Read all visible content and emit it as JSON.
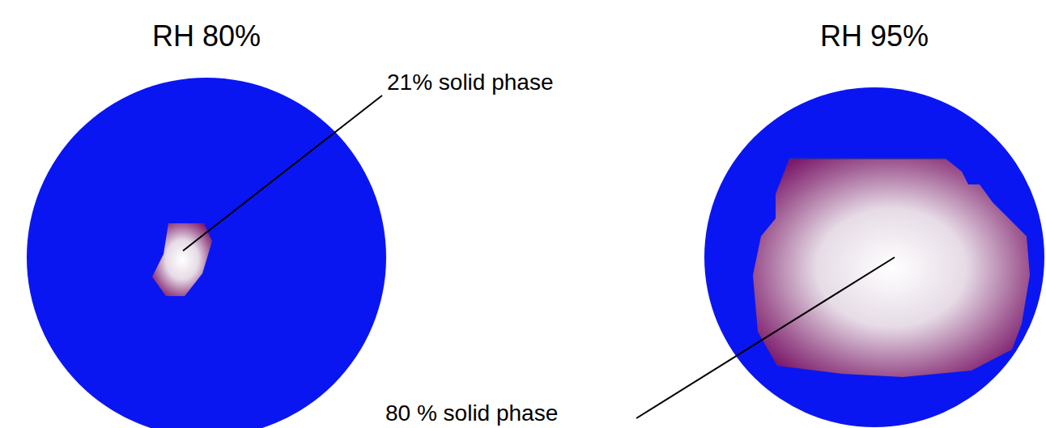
{
  "diagram": {
    "nodes": [
      {
        "text": [
          "RH 80%"
        ]
      },
      {
        "text": [
          "RH 95%"
        ]
      }
    ],
    "labels": [
      "21% solid phase",
      "80 % solid phase"
    ]
  }
}
